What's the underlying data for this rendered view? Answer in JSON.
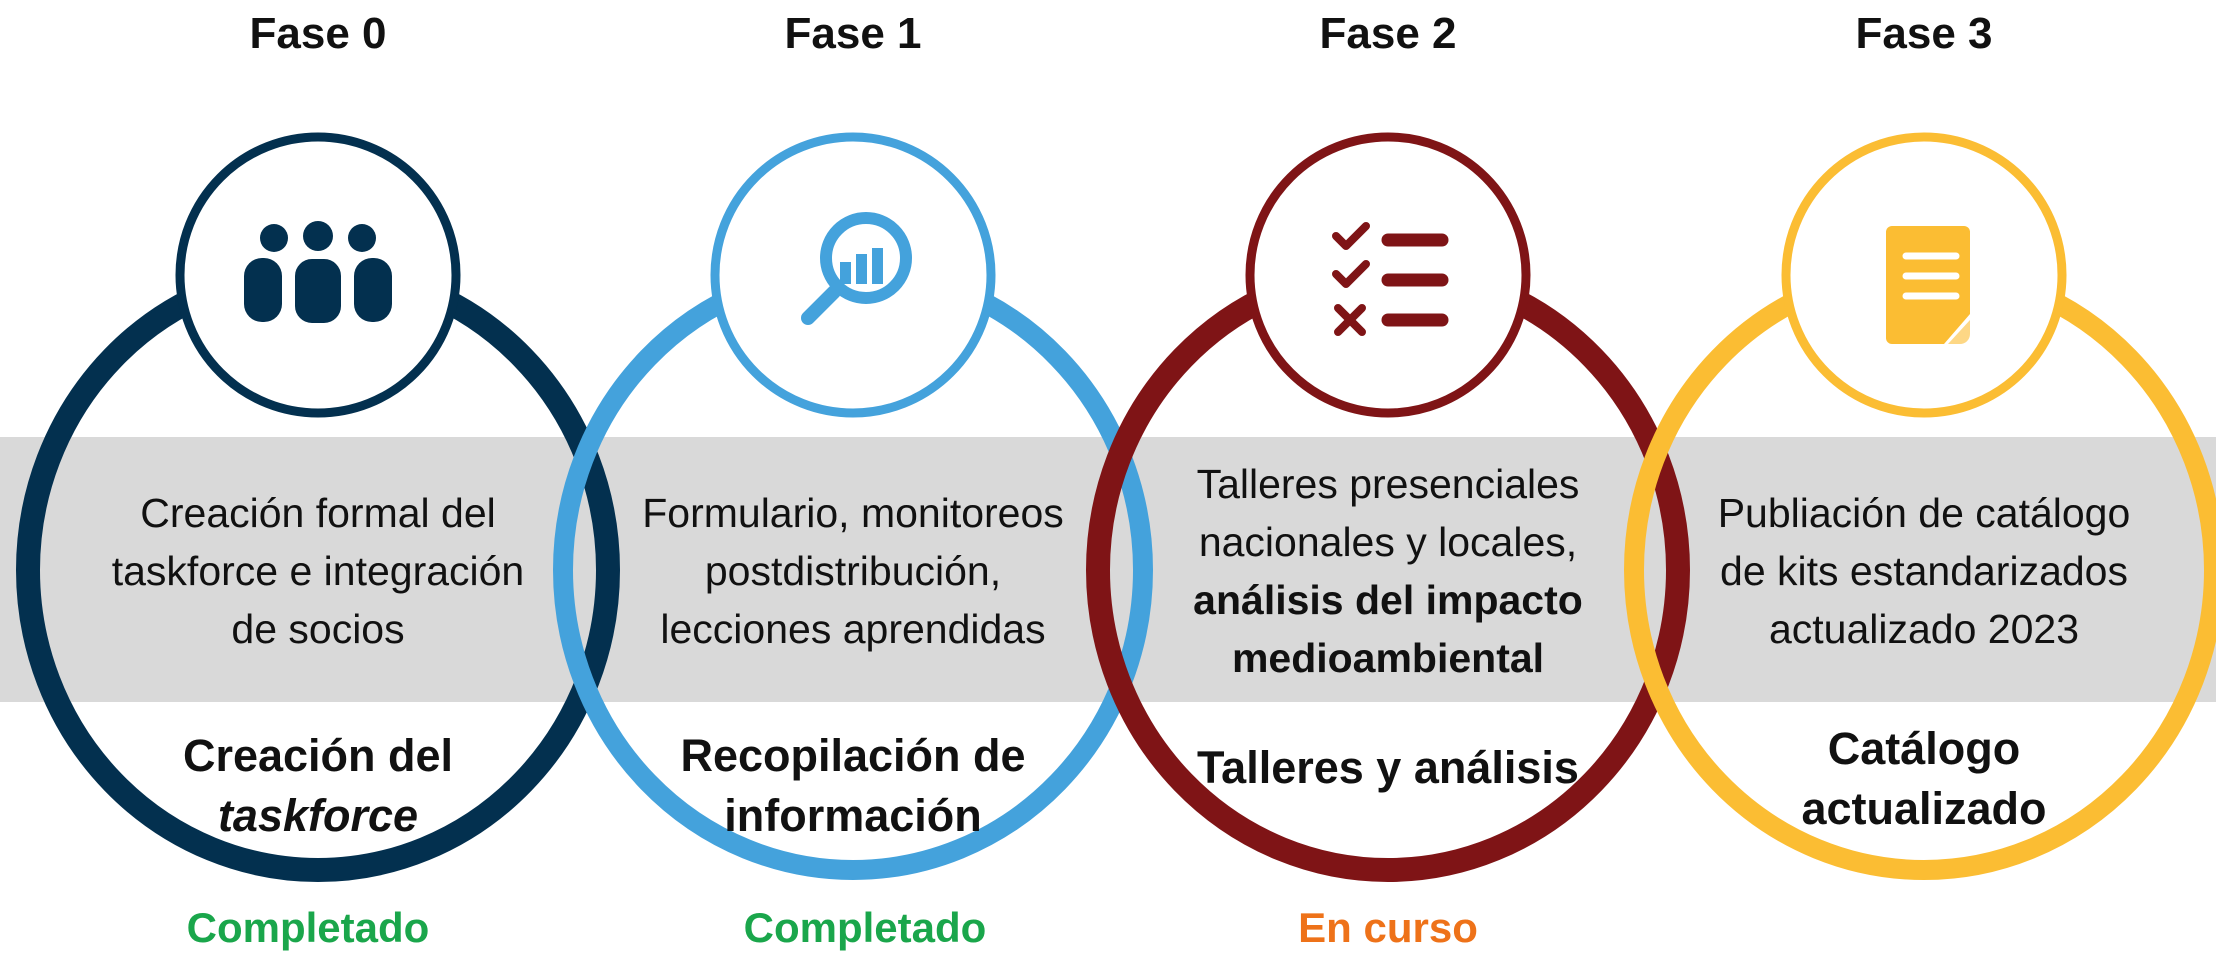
{
  "phases": [
    {
      "title": "Fase 0",
      "color": "#03304f",
      "icon": "people-group-icon",
      "description": [
        "Creación formal del",
        "taskforce e integración",
        "de socios"
      ],
      "name_line1": "Creación del",
      "name_line2": "taskforce",
      "status": "Completado",
      "status_color": "#1aa64b"
    },
    {
      "title": "Fase 1",
      "color": "#44a2dc",
      "icon": "magnifier-chart-icon",
      "description": [
        "Formulario, monitoreos",
        "postdistribución,",
        "lecciones aprendidas"
      ],
      "name_line1": "Recopilación de",
      "name_line2": "información",
      "status": "Completado",
      "status_color": "#1aa64b"
    },
    {
      "title": "Fase 2",
      "color": "#7f1416",
      "icon": "checklist-icon",
      "description": [
        "Talleres presenciales",
        "nacionales y locales,"
      ],
      "description_bold": [
        "análisis del impacto",
        "medioambiental"
      ],
      "name_line1": "Talleres y análisis",
      "status": "En curso",
      "status_color": "#ee7219"
    },
    {
      "title": "Fase 3",
      "color": "#fbbd33",
      "icon": "document-icon",
      "description": [
        "Publiación de catálogo",
        "de kits estandarizados",
        "actualizado 2023"
      ],
      "name_line1": "Catálogo",
      "name_line2": "actualizado",
      "status": "",
      "status_color": "#1aa64b"
    }
  ]
}
